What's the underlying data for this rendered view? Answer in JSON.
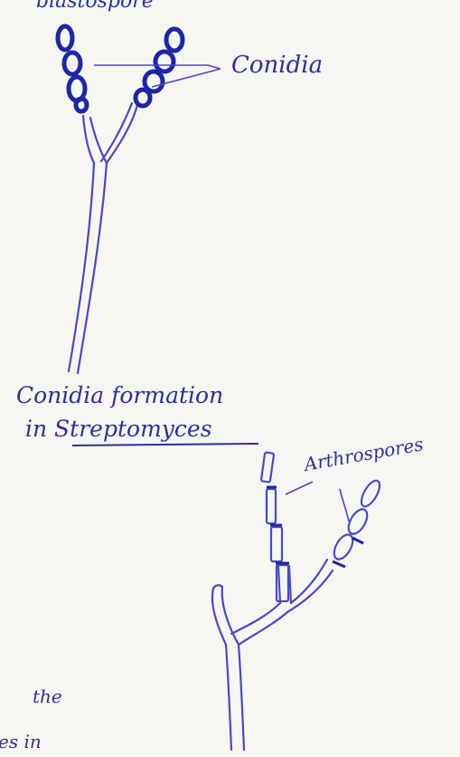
{
  "labels": {
    "top_cut": "blastospore",
    "conidia": "Conidia",
    "caption_line1": "Conidia formation",
    "caption_line2": "in Streptomyces",
    "arthrospores": "Arthrospores",
    "left_fragment_1": "the",
    "left_fragment_2": "es in"
  },
  "colors": {
    "paper": "#f6f6f3",
    "ink": "#3a3fc2",
    "ink_dark": "#1e25a8",
    "ink_caption": "#2b2f9e"
  }
}
